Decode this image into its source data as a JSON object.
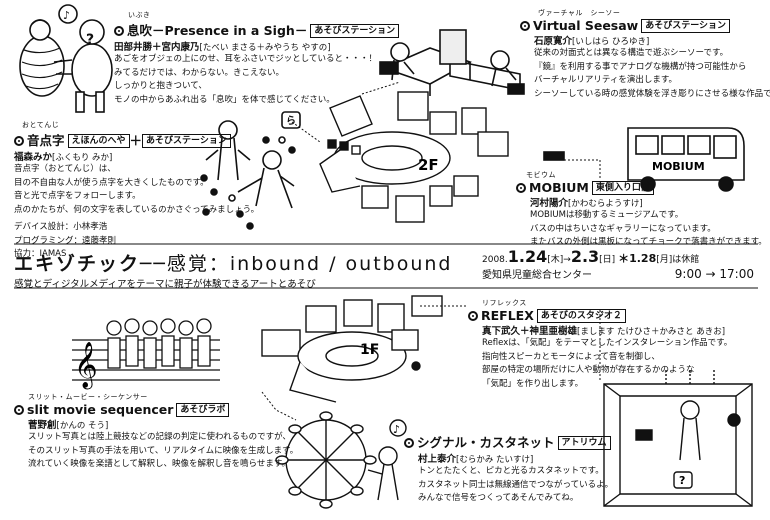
{
  "ibuki": {
    "ruby": "いぶき",
    "title": "息吹－Presence in a Sigh－",
    "tag": "あそびステーション",
    "author": "田部井勝＋宮内康乃",
    "author_kana": "[たべい まさる＋みやうち やすの]",
    "desc": [
      "あごをオブジェの上にのせ、耳をふさいでジッとしていると・・・！",
      "みてるだけでは、わからない。きこえない。",
      "しっかりと抱きついて、",
      "モノの中からあふれ出る「息吹」を体で感じてください。"
    ]
  },
  "seesaw": {
    "ruby": "ヴァーチャル　シーソー",
    "title": "Virtual Seesaw",
    "tag": "あそびステーション",
    "author": "石原寛介",
    "author_kana": "[いしはら ひろゆき]",
    "desc": [
      "従来の対面式とは異なる構造で遊ぶシーソーです。",
      "『鏡』を利用する事でアナログな機構が持つ可能性から",
      "バーチャルリアリティを演出します。",
      "シーソーしている時の感覚体験を浮き彫りにさせる様な作品です。"
    ]
  },
  "otenji": {
    "ruby": "おとてんじ",
    "title": "音点字",
    "tag1": "えほんのへや",
    "plus": "＋",
    "tag2": "あそびステーション",
    "author": "福森みか",
    "author_kana": "[ふくもり みか]",
    "desc": [
      "音点字（おとてんじ）は、",
      "目の不自由な人が使う点字を大きくしたものです。",
      "音と光で点字をフォローします。",
      "点のかたちが、何の文字を表しているのかさぐってみましょう。"
    ],
    "credits": [
      "デバイス設計：小林孝浩",
      "プログラミング：遠藤孝則",
      "協力：IAMAS"
    ],
    "bubble_char": "ら"
  },
  "mobium": {
    "ruby": "モビウム",
    "title": "MOBIUM",
    "tag": "東側入り口前",
    "author": "河村陽介",
    "author_kana": "[かわむらようすけ]",
    "desc": [
      "MOBIUMは移動するミュージアムです。",
      "バスの中はちいさなギャラリーになっています。",
      "またバスの外側は黒板になってチョークで落書きができます。"
    ],
    "bus_label": "MOBIUM"
  },
  "event": {
    "title_main": "エキゾチック",
    "title_dash": "──",
    "title_rest": "感覚：inbound / outbound",
    "subtitle": "感覚とディジタルメディアをテーマに親子が体験できるアートとあそび",
    "year": "2008.",
    "start": "1.24",
    "start_day": "[木]",
    "arrow": "→",
    "end": "2.3",
    "end_day": "[日]",
    "closed_note": "＊1.28",
    "closed_day": "[月]",
    "closed_text": "は休館",
    "venue": "愛知県児童総合センター",
    "hours": "9:00 → 17:00"
  },
  "reflex": {
    "ruby": "リフレックス",
    "title": "REFLEX",
    "tag": "あそびのスタジオ２",
    "author": "真下武久＋神里亜樹雄",
    "author_kana": "[まします たけひさ＋かみさと あきお]",
    "desc": [
      "Reflexは、「気配」をテーマとしたインスタレーション作品です。",
      "指向性スピーカとモータによって音を制御し、",
      "部屋の特定の場所だけに人や動物が存在するかのような",
      "「気配」を作り出します。"
    ]
  },
  "slit": {
    "ruby": "スリット・ムービー・シーケンサー",
    "title": "slit movie sequencer",
    "tag": "あそびラボ",
    "author": "菅野創",
    "author_kana": "[かんの そう]",
    "desc": [
      "スリット写真とは陸上競技などの記録の判定に使われるものですが、",
      "そのスリット写真の手法を用いて、リアルタイムに映像を生成します。",
      "流れていく映像を楽譜として解釈し、映像を解釈し音を鳴らせます。"
    ]
  },
  "castanet": {
    "title": "シグナル・カスタネット",
    "tag": "アトリウム",
    "author": "村上泰介",
    "author_kana": "[むらかみ たいすけ]",
    "desc": [
      "トンとたたくと、ピカと光るカスタネットです。",
      "カスタネット同士は無線通信でつながっているよ。",
      "みんなで信号をつくってあそんでみてね。"
    ]
  },
  "floors": {
    "upper": "2F",
    "lower": "1F"
  },
  "misc": {
    "question": "?",
    "note": "♪",
    "clef": "𝄞"
  }
}
